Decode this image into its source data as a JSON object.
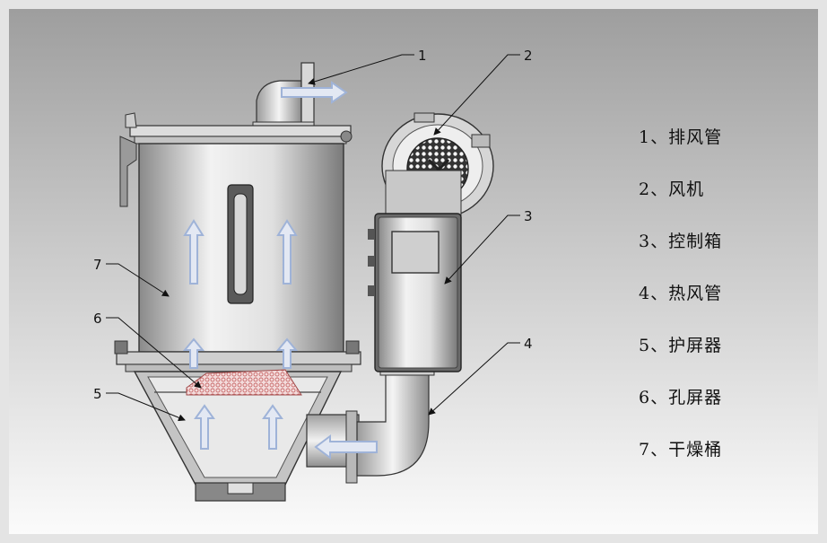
{
  "callouts": [
    "1",
    "2",
    "3",
    "4",
    "5",
    "6",
    "7"
  ],
  "legend": [
    "1、排风管",
    "2、风机",
    "3、控制箱",
    "4、热风管",
    "5、护屏器",
    "6、孔屏器",
    "7、干燥桶"
  ],
  "colors": {
    "frame": "#e4e4e4",
    "background_top": "#9e9e9e",
    "background_bottom": "#fbfbfb",
    "flow_arrow": "#9fb3d8",
    "screen": "#d98c8c"
  }
}
